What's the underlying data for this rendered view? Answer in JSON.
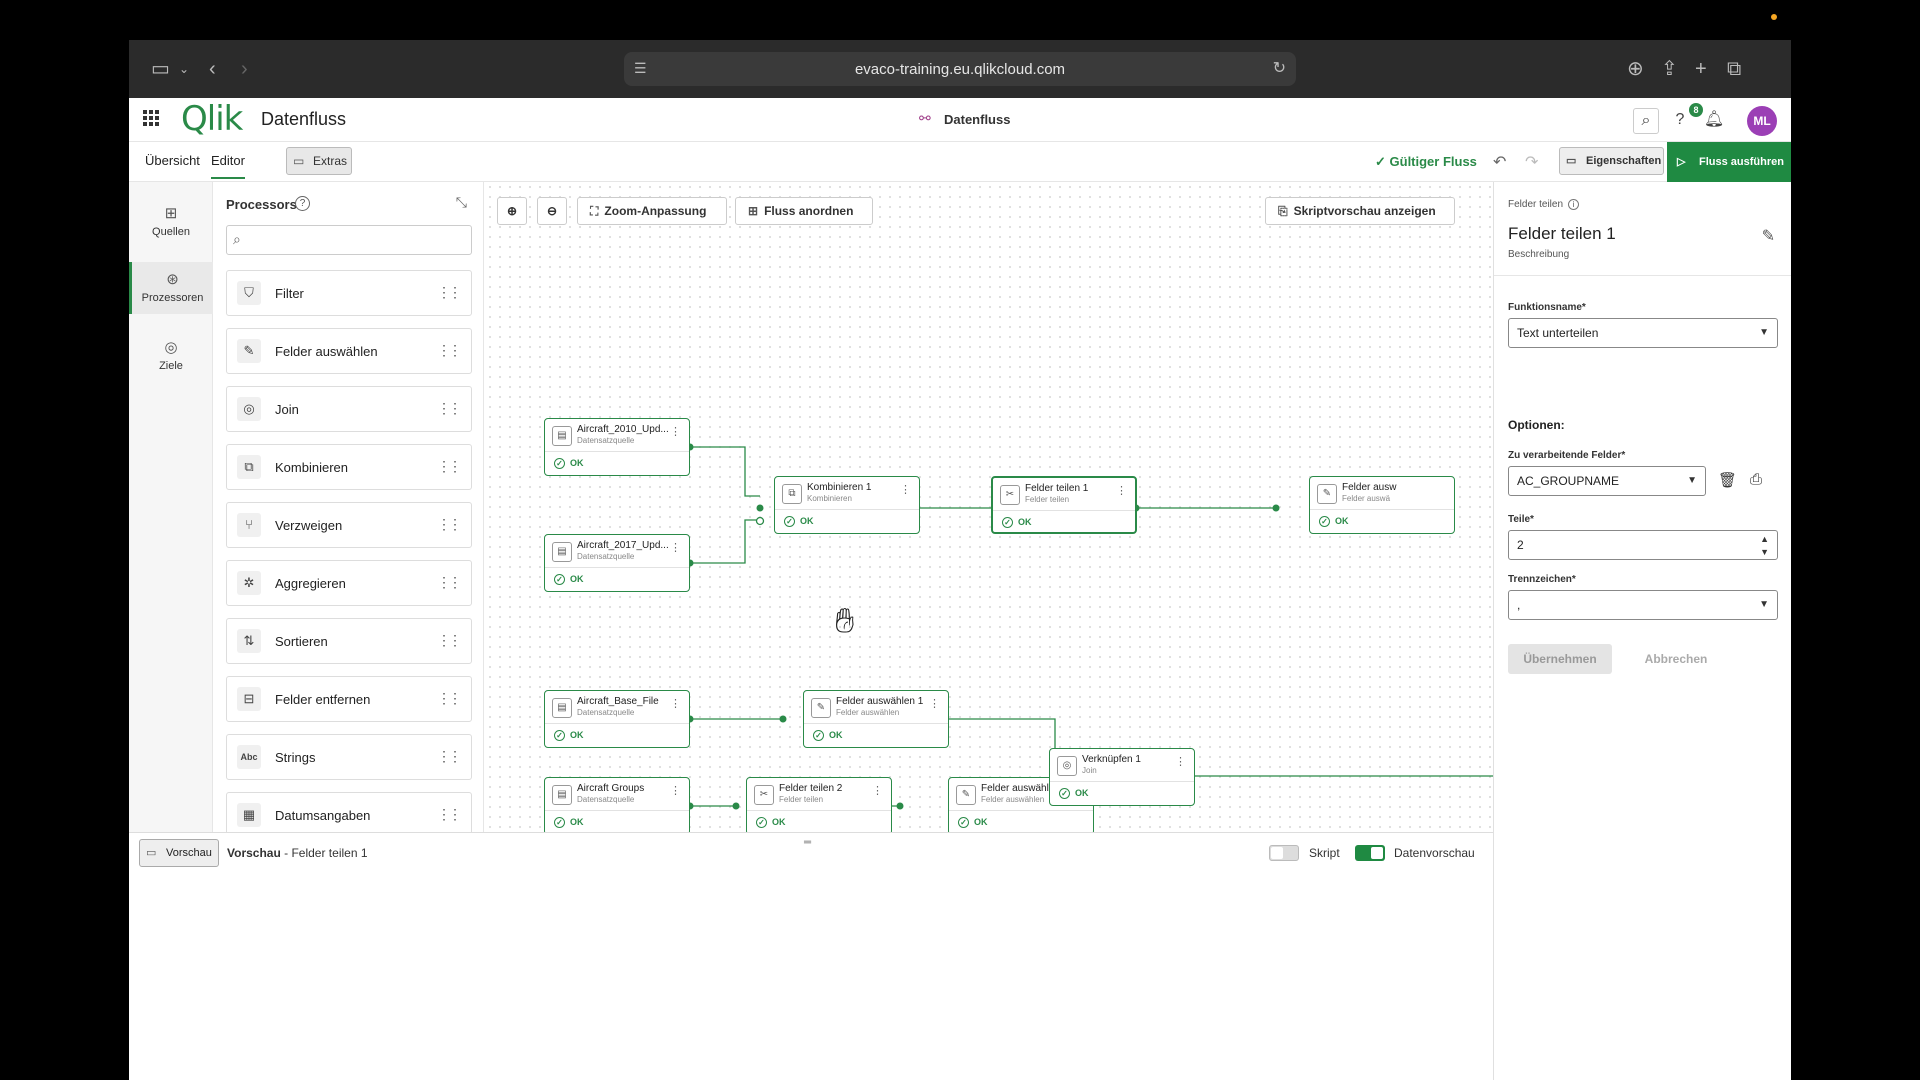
{
  "browser": {
    "url": "evaco-training.eu.qlikcloud.com"
  },
  "app": {
    "logo": "Qlik",
    "title": "Datenfluss",
    "center_title": "Datenfluss",
    "notification_count": "8",
    "avatar_initials": "ML"
  },
  "toolbar": {
    "tabs": [
      "Übersicht",
      "Editor"
    ],
    "extras_label": "Extras",
    "valid_flow_label": "Gültiger Fluss",
    "properties_label": "Eigenschaften",
    "run_label": "Fluss ausführen"
  },
  "rail": {
    "items": [
      "Quellen",
      "Prozessoren",
      "Ziele"
    ]
  },
  "processors": {
    "title": "Processors",
    "items": [
      "Filter",
      "Felder auswählen",
      "Join",
      "Kombinieren",
      "Verzweigen",
      "Aggregieren",
      "Sortieren",
      "Felder entfernen",
      "Strings",
      "Datumsangaben"
    ]
  },
  "canvas": {
    "zoom_fit_label": "Zoom-Anpassung",
    "arrange_label": "Fluss anordnen",
    "script_preview_label": "Skriptvorschau anzeigen",
    "status_ok": "OK",
    "nodes": [
      {
        "title": "Aircraft_2010_Upd...",
        "subtitle": "Datensatzquelle"
      },
      {
        "title": "Aircraft_2017_Upd...",
        "subtitle": "Datensatzquelle"
      },
      {
        "title": "Kombinieren 1",
        "subtitle": "Kombinieren"
      },
      {
        "title": "Felder teilen 1",
        "subtitle": "Felder teilen"
      },
      {
        "title": "Felder ausw",
        "subtitle": "Felder auswä"
      },
      {
        "title": "Aircraft_Base_File",
        "subtitle": "Datensatzquelle"
      },
      {
        "title": "Felder auswählen 1",
        "subtitle": "Felder auswählen"
      },
      {
        "title": "Aircraft Groups",
        "subtitle": "Datensatzquelle"
      },
      {
        "title": "Felder teilen 2",
        "subtitle": "Felder teilen"
      },
      {
        "title": "Felder auswählen 3",
        "subtitle": "Felder auswählen"
      },
      {
        "title": "Verknüpfen 1",
        "subtitle": "Join"
      }
    ]
  },
  "preview": {
    "button_label": "Vorschau",
    "title_bold": "Vorschau",
    "title_rest": " - Felder teilen 1",
    "script_label": "Skript",
    "data_preview_label": "Datenvorschau"
  },
  "properties": {
    "crumb": "Felder teilen",
    "title": "Felder teilen 1",
    "description": "Beschreibung",
    "function_label": "Funktionsname*",
    "function_value": "Text unterteilen",
    "options_label": "Optionen:",
    "fields_label": "Zu verarbeitende Felder*",
    "fields_value": "AC_GROUPNAME",
    "parts_label": "Teile*",
    "parts_value": "2",
    "separator_label": "Trennzeichen*",
    "separator_value": ",",
    "apply_label": "Übernehmen",
    "cancel_label": "Abbrechen"
  },
  "colors": {
    "accent": "#1f8a42",
    "avatar": "#9b3fb5"
  }
}
